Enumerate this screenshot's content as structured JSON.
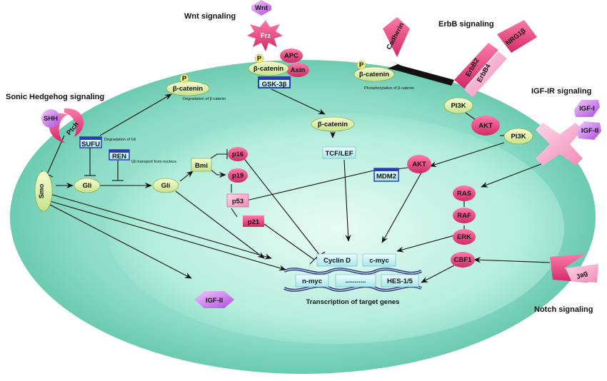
{
  "signaling": {
    "sonic_hedgehog": "Sonic Hedgehog signaling",
    "wnt": "Wnt signaling",
    "erbb": "ErbB signaling",
    "igf_ir": "IGF-IR signaling",
    "notch": "Notch signaling"
  },
  "nodes": {
    "wnt": "Wnt",
    "frz": "Frz",
    "apc": "APC",
    "axin": "Axin",
    "p": "P",
    "beta_catenin": "β-catenin",
    "gsk3b": "GSK-3β",
    "cadherin": "Cadherin",
    "nrg1b": "NRG1β",
    "erbb2": "ErbB2",
    "erbb4": "ErbB4",
    "shh": "SHH",
    "ptch": "Ptch",
    "smo": "Smo",
    "sufu": "SUFU",
    "ren": "REN",
    "gli": "Gli",
    "bmi": "Bmi",
    "p16": "p16",
    "p19": "p19",
    "p53": "p53",
    "p21": "p21",
    "tcf_lef": "TCF/LEF",
    "mdm2": "MDM2",
    "akt": "AKT",
    "pi3k": "PI3K",
    "igf_i": "IGF-I",
    "igf_ii": "IGF-II",
    "ras": "RAS",
    "raf": "RAF",
    "erk": "ERK",
    "cbf1": "CBF1",
    "jag": "Jag",
    "cyclin_d": "Cyclin D",
    "c_myc": "c-myc",
    "n_myc": "n-myc",
    "dots": "...........",
    "hes": "HES-1/5"
  },
  "notes": {
    "degradation_beta": "Degradation of β-catenin",
    "phosphorylation_beta": "Phosphorylation of β-catenin",
    "degradation_gli": "Degradation of Gli",
    "gli_transport": "Gli transport from nucleus"
  },
  "transcription_label": "Transcription of target genes",
  "colors": {
    "cell": "#7fd5bf",
    "nucleus": "#a8e8d8",
    "pink": "#e8457e",
    "green": "#dff0a0",
    "cyan": "#c8f4f4",
    "blue": "#2c3cb8"
  }
}
